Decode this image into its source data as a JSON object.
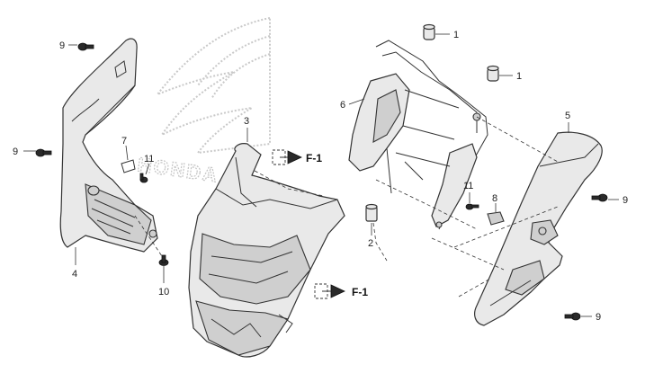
{
  "watermark": {
    "brand_text": "HONDA"
  },
  "part_labels": {
    "p1a": "1",
    "p1b": "1",
    "p2": "2",
    "p3": "3",
    "p4": "4",
    "p5": "5",
    "p6": "6",
    "p7": "7",
    "p8": "8",
    "p9a": "9",
    "p9b": "9",
    "p9c": "9",
    "p9d": "9",
    "p10": "10",
    "p11a": "11",
    "p11b": "11"
  },
  "refs": {
    "f1_top": "F-1",
    "f1_bottom": "F-1"
  }
}
